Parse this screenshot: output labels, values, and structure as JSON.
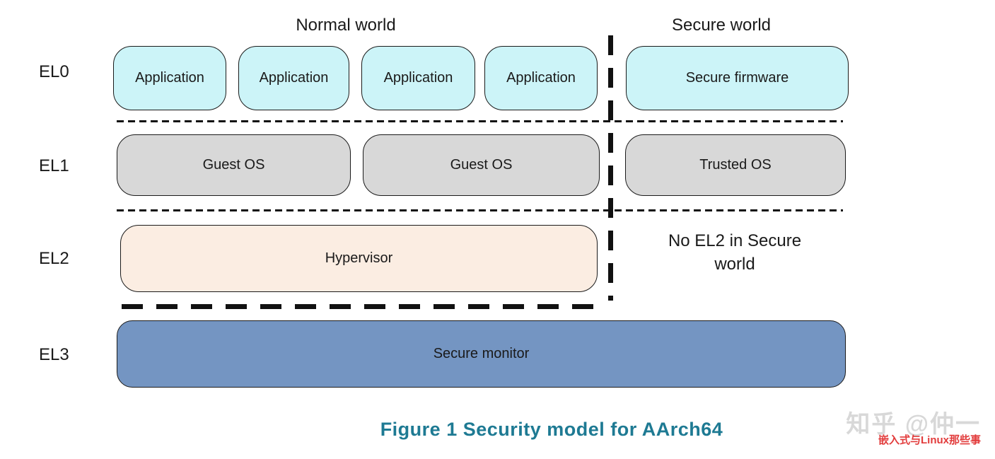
{
  "diagram": {
    "worlds": {
      "normal": {
        "label": "Normal world"
      },
      "secure": {
        "label": "Secure world"
      }
    },
    "rows": {
      "el0": {
        "level": "EL0",
        "app1": "Application",
        "app2": "Application",
        "app3": "Application",
        "app4": "Application",
        "secure_box": "Secure firmware"
      },
      "el1": {
        "level": "EL1",
        "guest1": "Guest OS",
        "guest2": "Guest OS",
        "secure_box": "Trusted OS"
      },
      "el2": {
        "level": "EL2",
        "hypervisor": "Hypervisor",
        "secure_note": "No EL2 in Secure world"
      },
      "el3": {
        "level": "EL3",
        "monitor": "Secure monitor"
      }
    },
    "caption": "Figure 1 Security model for AArch64",
    "watermark": {
      "brand": "知乎 @仲一",
      "subtitle": "嵌入式与Linux那些事"
    },
    "colors": {
      "el0_box": "#CCF4F8",
      "el1_box": "#D8D8D8",
      "el2_box": "#FBEDE2",
      "el3_box": "#7495C2",
      "line": "#111111",
      "caption": "#1E7A93",
      "watermark_gray": "#D8D8D8",
      "watermark_red": "#E23B3B"
    }
  }
}
